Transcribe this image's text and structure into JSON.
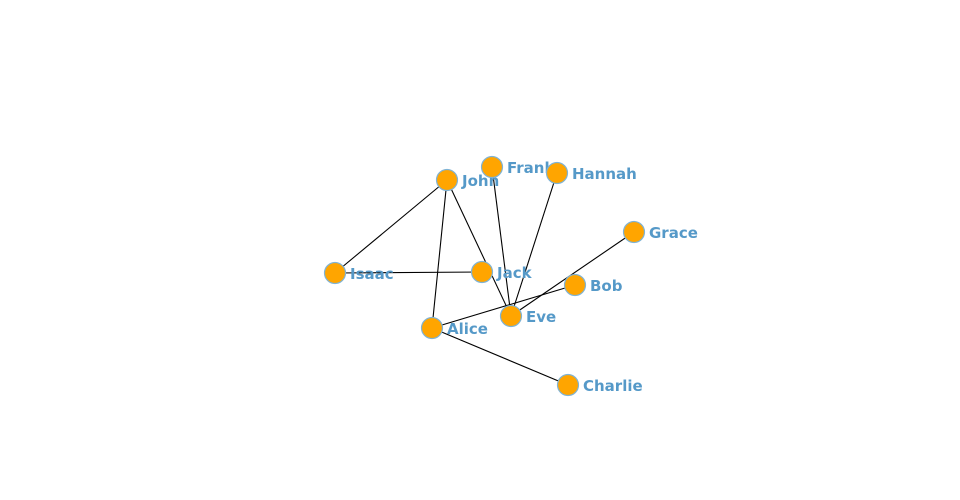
{
  "graph": {
    "colors": {
      "node_fill": "#FFA500",
      "node_stroke": "#7fb3d5",
      "label": "#5599c8",
      "edge": "#000000"
    },
    "nodes": [
      "John",
      "Frank",
      "Hannah",
      "Grace",
      "Isaac",
      "Jack",
      "Bob",
      "Eve",
      "Alice",
      "Charlie"
    ],
    "edges": [
      [
        "John",
        "Isaac"
      ],
      [
        "John",
        "Alice"
      ],
      [
        "John",
        "Eve"
      ],
      [
        "Isaac",
        "Jack"
      ],
      [
        "Frank",
        "Eve"
      ],
      [
        "Hannah",
        "Eve"
      ],
      [
        "Grace",
        "Eve"
      ],
      [
        "Alice",
        "Bob"
      ],
      [
        "Alice",
        "Charlie"
      ]
    ]
  }
}
